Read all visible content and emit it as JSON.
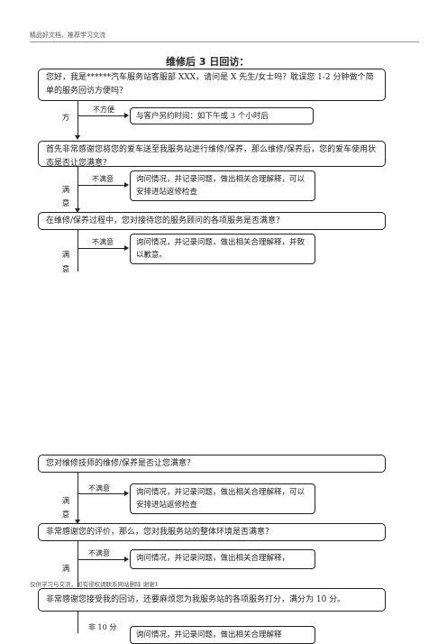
{
  "header": {
    "text": "精品好文档，推荐学习交流"
  },
  "title": "维修后 3 日回访：",
  "q1": "您好，我是******汽车服务站客服部 XXX，请问是 X 先生/女士吗？耽误您 1-2 分钟做个简单的服务回访方便吗？",
  "b1_label": "不方便",
  "b1_response": "与客户另约时间：如下午或 3 个小时后",
  "b1_side": "方",
  "q2": "首先非常感谢您将您的爱车送至我服务站进行维修/保养，那么维修/保养后，您的爱车使用状态是否让您满意？",
  "b2_label": "不满意",
  "b2_response": "询问情况，并记录问题，做出相关合理解释，可以安排进站返修检查",
  "b2_side": [
    "满",
    "意"
  ],
  "q3": "在维修/保养过程中，您对接待您的服务顾问的各项服务是否满意？",
  "b3_label": "不满意",
  "b3_response": "询问情况，并记录问题，做出相关合理解释，并致以歉意。",
  "b3_side": [
    "满",
    "意"
  ],
  "q4": "您对维修技师的维修/保养是否让您满意？",
  "b4_label": "不满意",
  "b4_response": "询问情况，并记录问题，做出相关合理解释，可以安排进站返修检查",
  "b4_side": [
    "满",
    "意"
  ],
  "q5": "非常感谢您的评价，那么，您对我服务站的整体环境是否满意？",
  "b5_label": "不满意",
  "b5_response": "询问情况，并记录问题，做出相关合理解释，",
  "b5_side": "满",
  "footer": {
    "text": "仅供学习与交流，如有侵权请联系网站删除 谢谢1"
  },
  "q6": "非常感谢您接受我的回访，还要麻烦您为我服务站的各项服务打分，满分为 10 分。",
  "b6_label": "非 10 分",
  "b6_response": "询问情况，并记录问题，做出相关合理解释"
}
